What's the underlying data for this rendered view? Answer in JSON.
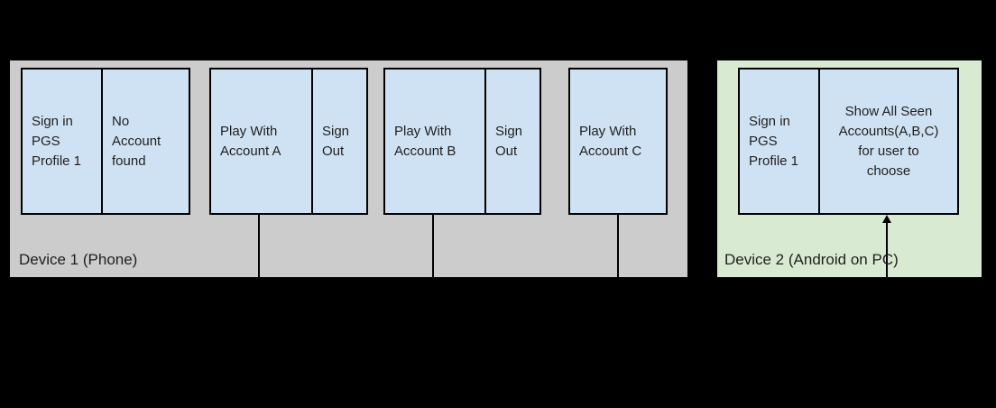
{
  "colors": {
    "background": "#000000",
    "panel_gray": "#cccccc",
    "panel_green": "#d9ead3",
    "box_blue": "#cfe2f3",
    "border": "#000000",
    "text": "#1f1f1f"
  },
  "device1": {
    "label": "Device 1 (Phone)",
    "groups": [
      {
        "cells": [
          {
            "text": "Sign in PGS Profile 1"
          },
          {
            "text": "No Account found"
          }
        ]
      },
      {
        "cells": [
          {
            "text": "Play With Account A"
          },
          {
            "text": "Sign Out"
          }
        ]
      },
      {
        "cells": [
          {
            "text": "Play With Account B"
          },
          {
            "text": "Sign Out"
          }
        ]
      },
      {
        "cells": [
          {
            "text": "Play With Account C"
          }
        ]
      }
    ]
  },
  "device2": {
    "label": "Device 2 (Android on PC)",
    "groups": [
      {
        "cells": [
          {
            "text": "Sign in PGS Profile 1"
          },
          {
            "text": "Show All Seen Accounts(A,B,C) for user to choose"
          }
        ]
      }
    ]
  }
}
